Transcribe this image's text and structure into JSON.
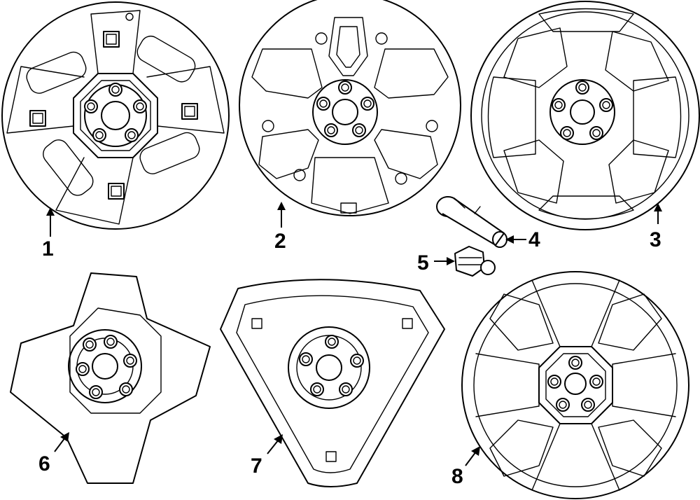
{
  "diagram": {
    "type": "parts-exploded-view",
    "line_color": "#000000",
    "background": "#ffffff",
    "callouts": [
      {
        "id": "1",
        "label": "1"
      },
      {
        "id": "2",
        "label": "2"
      },
      {
        "id": "3",
        "label": "3"
      },
      {
        "id": "4",
        "label": "4"
      },
      {
        "id": "5",
        "label": "5"
      },
      {
        "id": "6",
        "label": "6"
      },
      {
        "id": "7",
        "label": "7"
      },
      {
        "id": "8",
        "label": "8"
      }
    ]
  }
}
